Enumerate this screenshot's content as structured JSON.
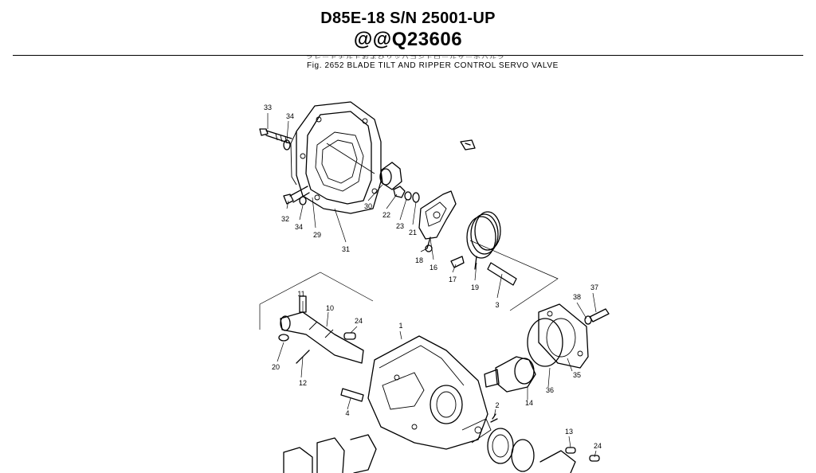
{
  "header": {
    "model_line": "D85E-18 S/N 25001-UP",
    "code_line": "@@Q23606",
    "japanese_line": "ブレードチルトおよびリッパコントロールサーボバルブ",
    "figure_caption": "Fig. 2652  BLADE TILT AND RIPPER CONTROL SERVO VALVE"
  },
  "callouts": [
    "33",
    "34",
    "30",
    "22",
    "23",
    "21",
    "32",
    "34",
    "29",
    "31",
    "18",
    "16",
    "17",
    "19",
    "3",
    "11",
    "10",
    "24",
    "1",
    "37",
    "38",
    "20",
    "12",
    "35",
    "36",
    "14",
    "4",
    "2",
    "13",
    "24"
  ]
}
